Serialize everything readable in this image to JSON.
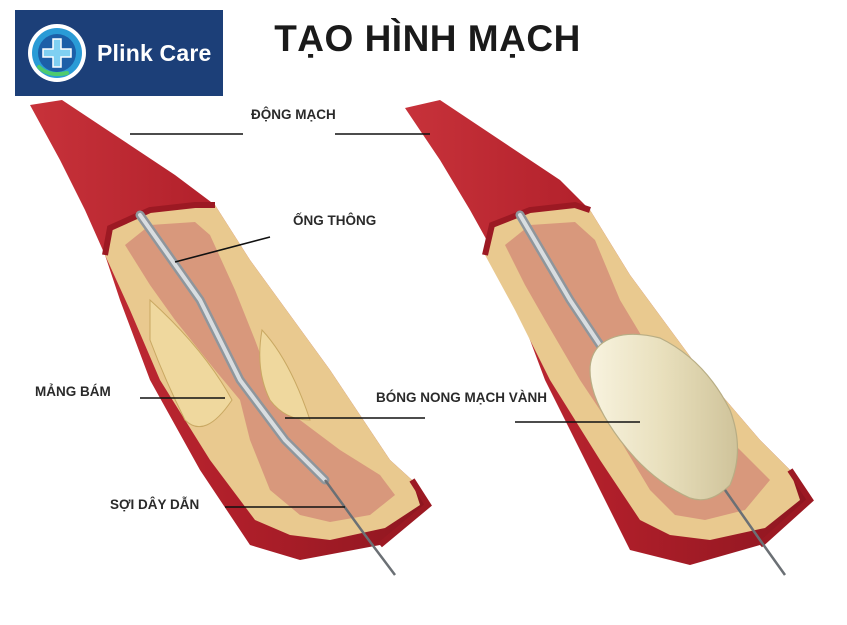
{
  "logo": {
    "brand_text": "Plink Care",
    "icon": "plus-cross-icon"
  },
  "title": "TẠO HÌNH MẠCH",
  "labels": {
    "artery": "ĐỘNG MẠCH",
    "catheter": "ỐNG THÔNG",
    "plaque": "MẢNG BÁM",
    "balloon": "BÓNG NONG MẠCH VÀNH",
    "guidewire": "SỢI DÂY DẪN"
  },
  "colors": {
    "logo_bg": "#1c3f78",
    "artery_red": "#b8202c",
    "plaque_yellow": "#ecd59a",
    "lumen": "#d99a7e",
    "balloon": "#efe7c6"
  }
}
